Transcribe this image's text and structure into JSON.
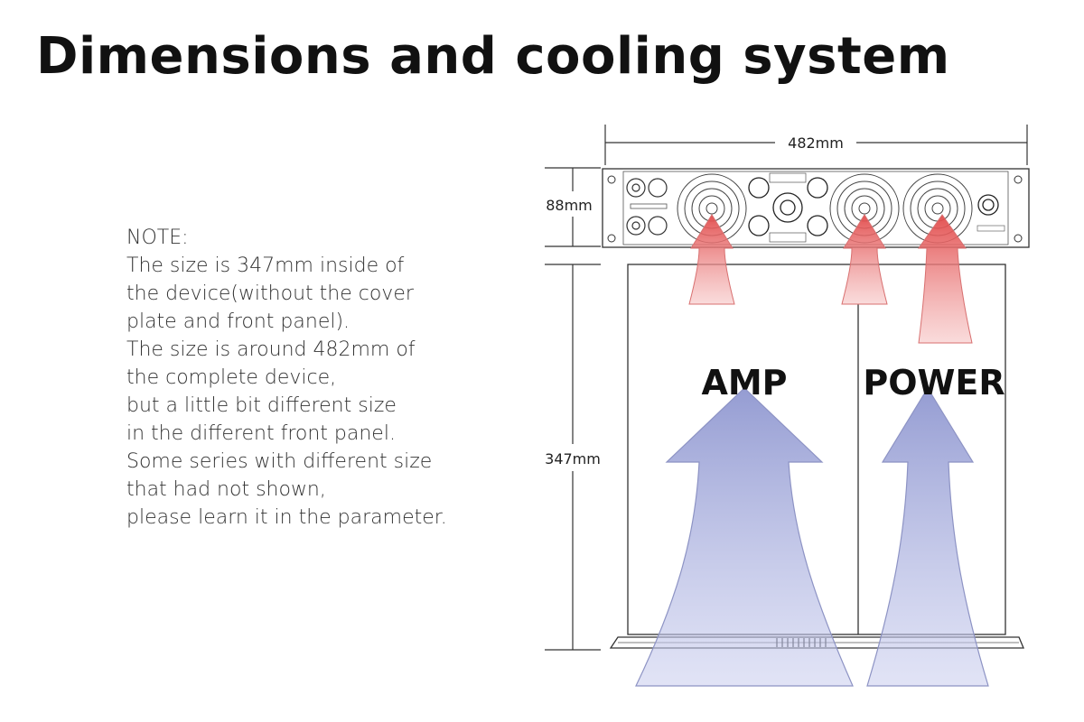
{
  "title": "Dimensions and cooling system",
  "note_lines": [
    "NOTE:",
    "The size is 347mm inside of",
    "the device(without the cover",
    "plate and front panel).",
    "The size is around 482mm of",
    "the complete device,",
    "but a little bit different size",
    "in the different front panel.",
    "Some series with different size",
    "that had not shown,",
    "please learn it in the parameter."
  ],
  "dimensions": {
    "width": "482mm",
    "height": "88mm",
    "depth": "347mm"
  },
  "sections": {
    "amp": "AMP",
    "power": "POWER"
  },
  "colors": {
    "cool_air": "#9fa6d8",
    "hot_air": "#e66a6a",
    "line": "#333333"
  },
  "icons": [
    "fan-icon",
    "xlr-connector-icon",
    "speakon-connector-icon",
    "power-inlet-icon"
  ]
}
